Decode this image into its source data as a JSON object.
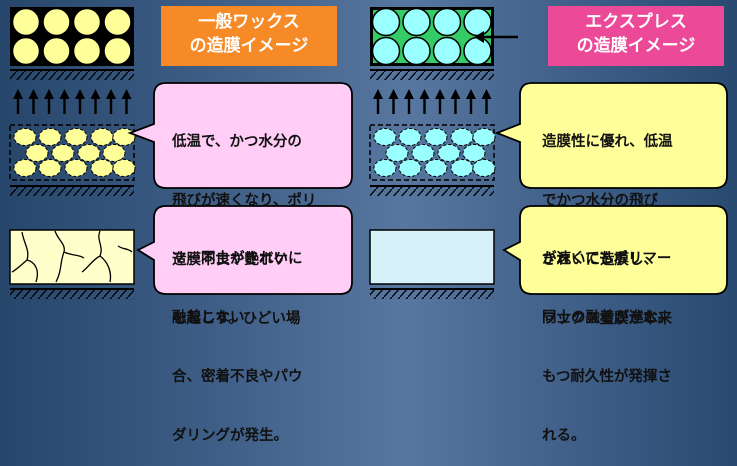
{
  "headers": {
    "general": {
      "line1": "一般ワックス",
      "line2": "の造膜イメージ"
    },
    "express": {
      "line1": "エクスプレス",
      "line2": "の造膜イメージ"
    }
  },
  "callouts": {
    "general_drying": {
      "lines": [
        "低温で、かつ水分の",
        "飛びが速くなり、ポリ",
        "マー同士がきれいに",
        "融着しない"
      ]
    },
    "general_result": {
      "lines": [
        "造膜不良や艶ボケ",
        "を起こす。ひどい場",
        "合、密着不良やパウ",
        "ダリングが発生。"
      ]
    },
    "express_drying": {
      "lines": [
        "造膜性に優れ、低温",
        "でかつ水分の飛び",
        "が速くてもポリマー",
        "同士の融着が進む。"
      ]
    },
    "express_result": {
      "lines": [
        "きれいに造膜し、",
        "ワックス塗膜が本来",
        "もつ耐久性が発揮さ",
        "れる。"
      ]
    }
  },
  "colors": {
    "header_general": "#f58a27",
    "header_express": "#ec4a98",
    "callout_general": "#ffcdf6",
    "callout_express": "#ffff99",
    "particle_general": "#ffff99",
    "particle_express": "#99ffff",
    "grid_express_bg": "#33cc66",
    "film_general": "#ffffcc",
    "film_express": "#d6f1f7"
  }
}
